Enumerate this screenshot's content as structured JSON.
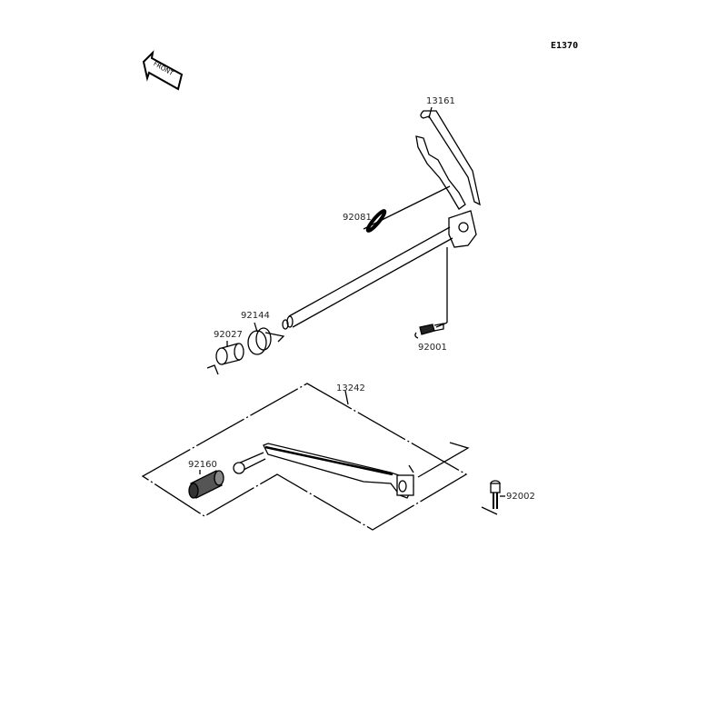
{
  "diagram": {
    "code": "E1370",
    "front_marker": "FRONT",
    "parts": [
      {
        "number": "13161"
      },
      {
        "number": "92081"
      },
      {
        "number": "92144"
      },
      {
        "number": "92027"
      },
      {
        "number": "92001"
      },
      {
        "number": "13242"
      },
      {
        "number": "92160"
      },
      {
        "number": "92002"
      }
    ],
    "colors": {
      "line": "#000000",
      "background": "#ffffff"
    }
  }
}
